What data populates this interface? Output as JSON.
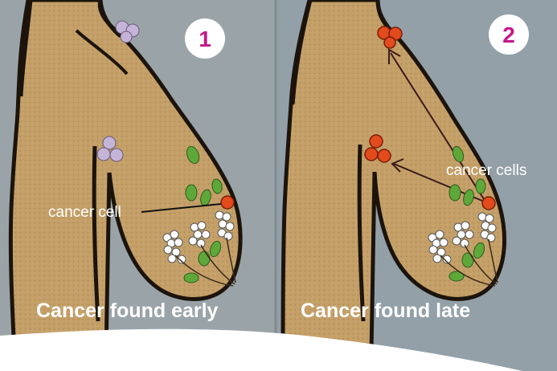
{
  "panels": [
    {
      "badge": "1",
      "caption": "Cancer found early",
      "label": "cancer cell"
    },
    {
      "badge": "2",
      "caption": "Cancer found late",
      "label": "cancer cells"
    }
  ],
  "colors": {
    "background": "#96a0a6",
    "skin": "#c4a068",
    "outline": "#1c140c",
    "badge_text": "#c2188a",
    "normal_node": "#c4b4d8",
    "cancer_node": "#e34a1c",
    "lymph_vessel": "#5ea83a"
  }
}
